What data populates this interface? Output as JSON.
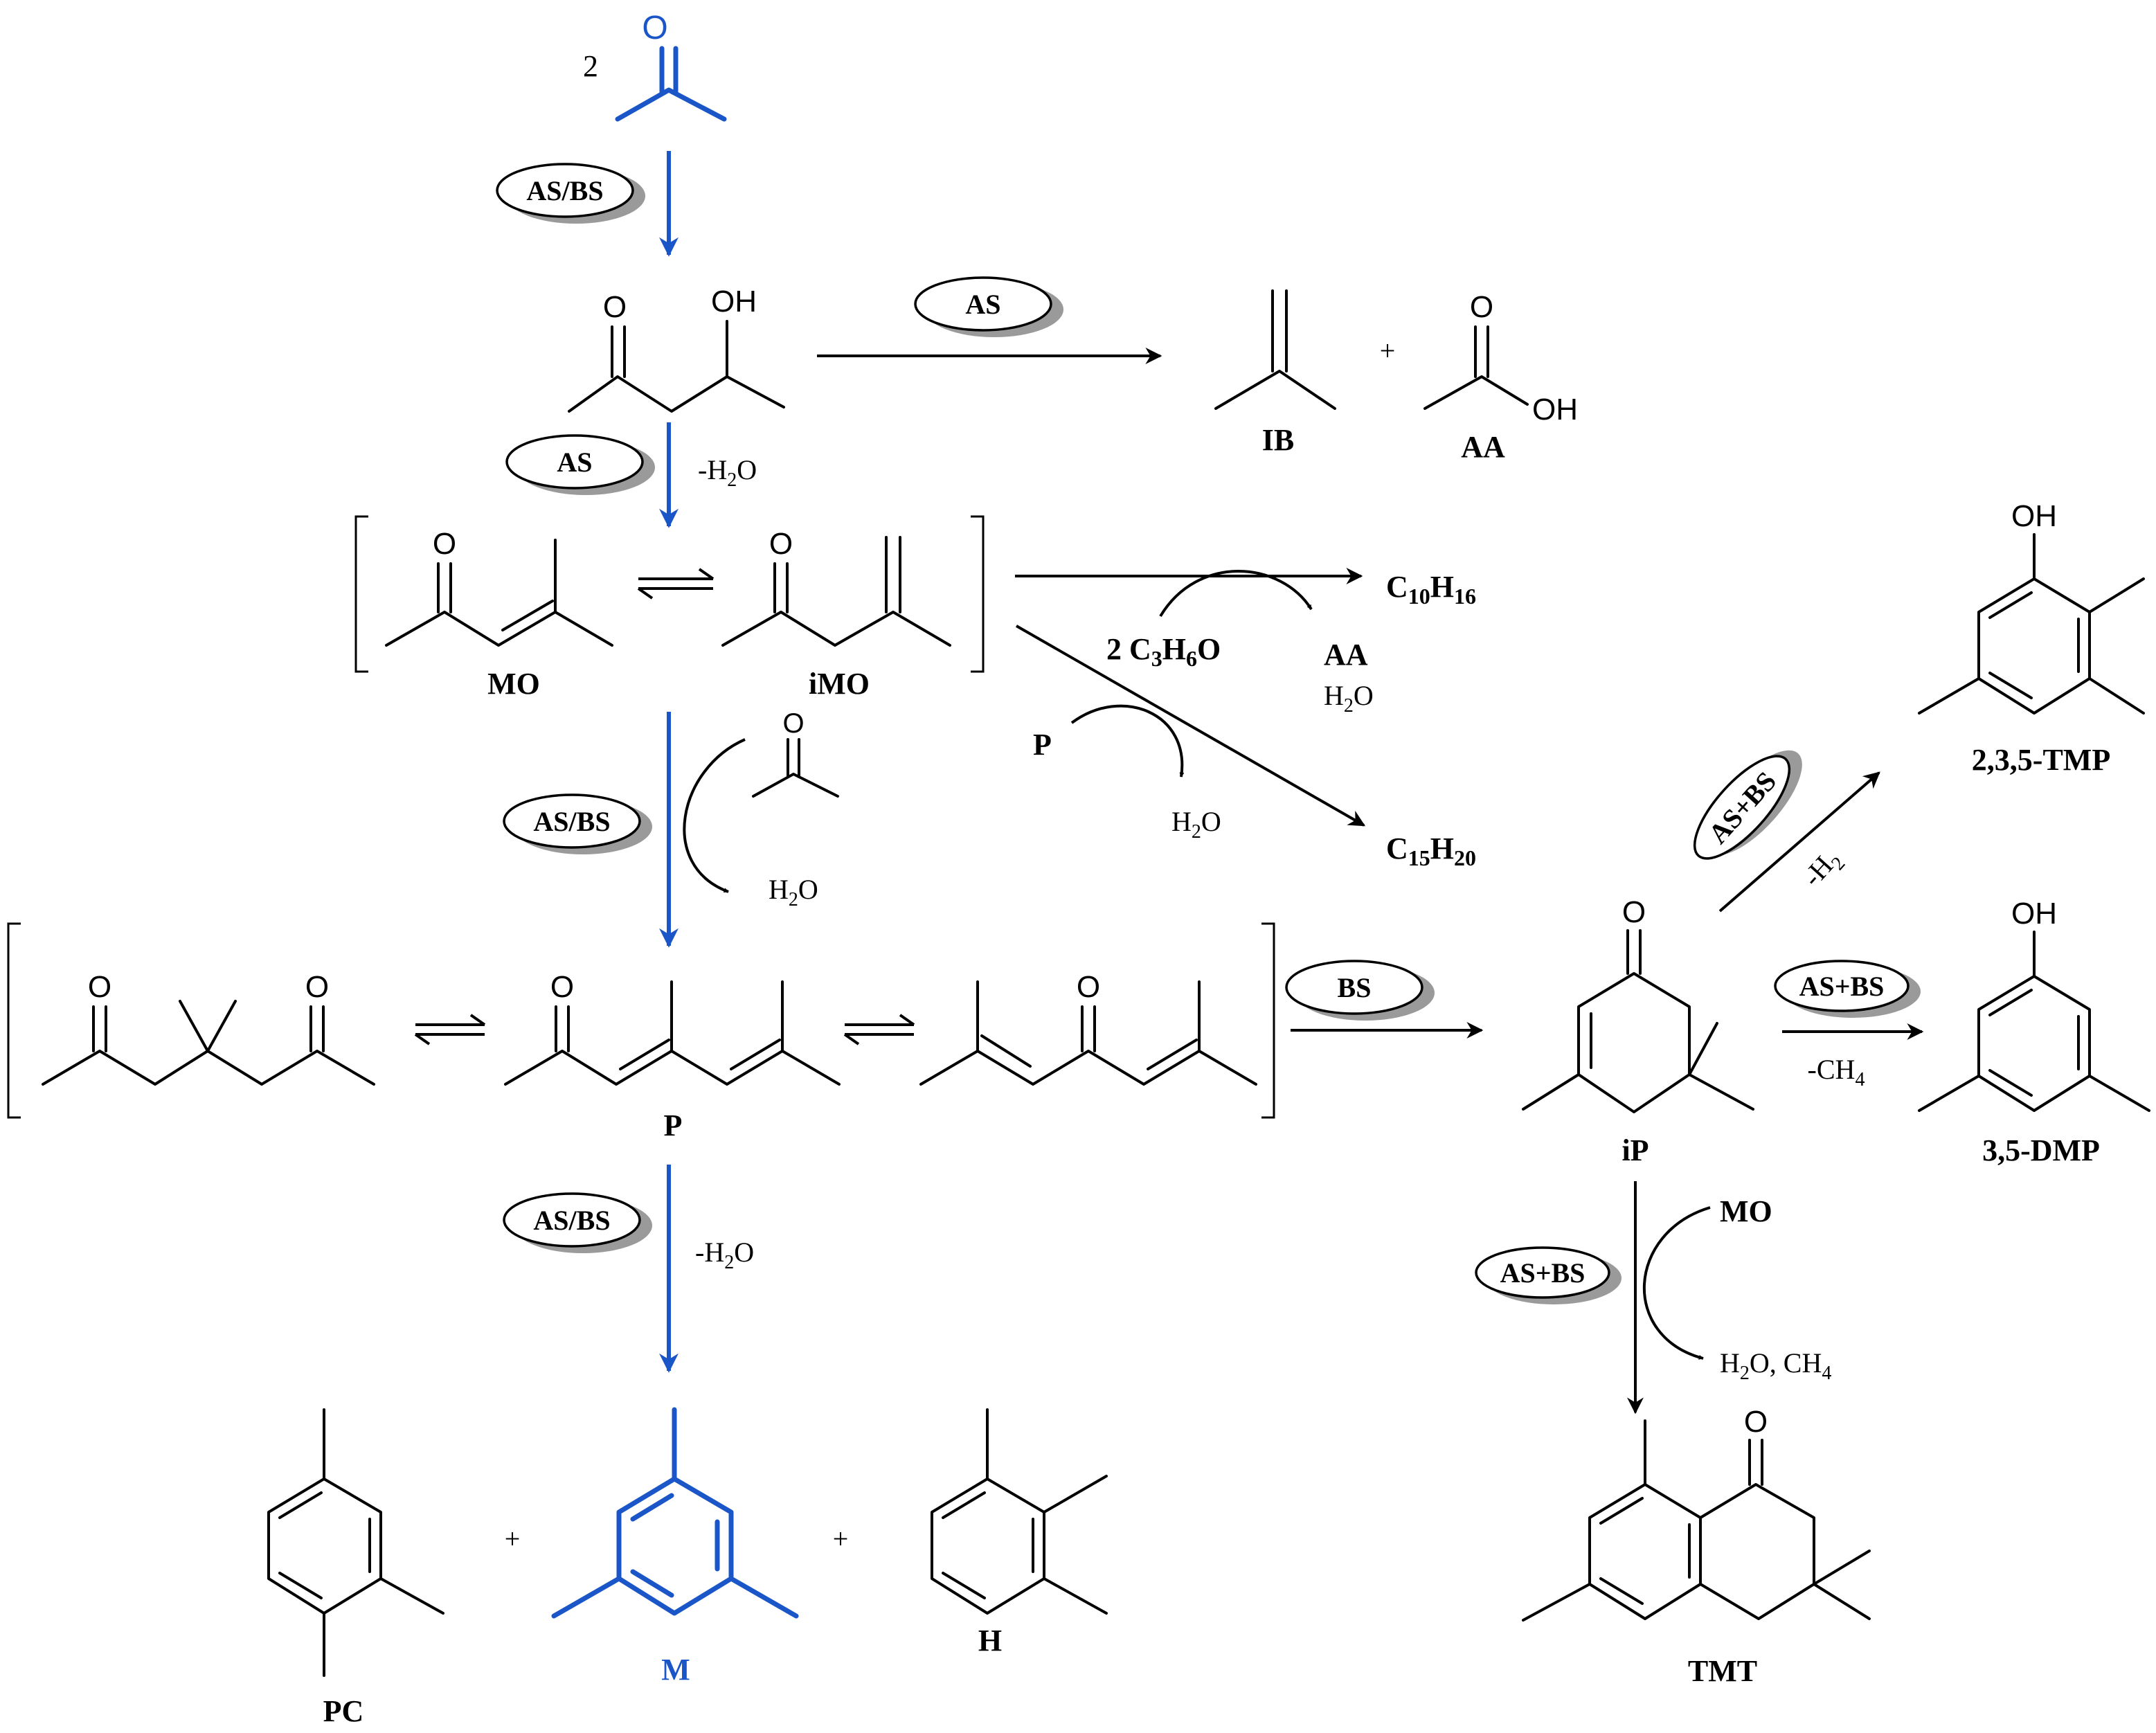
{
  "colors": {
    "highlight": "#1a56c8",
    "ink": "#000000",
    "catalyst_shadow": "#9a9a9a"
  },
  "reactant": {
    "coefficient": "2",
    "atom_O": "O"
  },
  "catalysts": {
    "c1": "AS/BS",
    "c2": "AS",
    "c3": "AS",
    "c4": "AS/BS",
    "c5": "BS",
    "c6": "AS/BS",
    "c7": "AS+BS",
    "c8": "AS+BS",
    "c9": "AS+BS"
  },
  "conditions": {
    "dehydration_1": {
      "pre": "-H",
      "sub": "2",
      "post": "O"
    },
    "dehydration_2": {
      "pre": "-H",
      "sub": "2",
      "post": "O"
    },
    "water_1": {
      "pre": "H",
      "sub": "2",
      "post": "O"
    },
    "water_2": {
      "pre": "H",
      "sub": "2",
      "post": "O"
    },
    "water_3": {
      "pre": "H",
      "sub": "2",
      "post": "O"
    },
    "minus_h2": {
      "pre": "-H",
      "sub": "2"
    },
    "minus_ch4": {
      "pre": "-CH",
      "sub": "4"
    },
    "water_methane": {
      "pre": "H",
      "sub1": "2",
      "mid": "O, CH",
      "sub2": "4"
    },
    "plus": "+"
  },
  "atoms": {
    "O": "O",
    "OH": "OH"
  },
  "products": {
    "c10": {
      "pre": "C",
      "sub1": "10",
      "mid": "H",
      "sub2": "16"
    },
    "c15": {
      "pre": "C",
      "sub1": "15",
      "mid": "H",
      "sub2": "20"
    },
    "acetone2": {
      "pre": "2 C",
      "sub1": "3",
      "mid": "H",
      "sub2": "6",
      "post": "O"
    },
    "aa_second": "AA",
    "reagent_P": "P",
    "reagent_MO": "MO"
  },
  "labels": {
    "IB": "IB",
    "AA": "AA",
    "MO": "MO",
    "iMO": "iMO",
    "P": "P",
    "iP": "iP",
    "TMP": "2,3,5-TMP",
    "DMP": "3,5-DMP",
    "TMT": "TMT",
    "PC": "PC",
    "M": "M",
    "H": "H"
  }
}
